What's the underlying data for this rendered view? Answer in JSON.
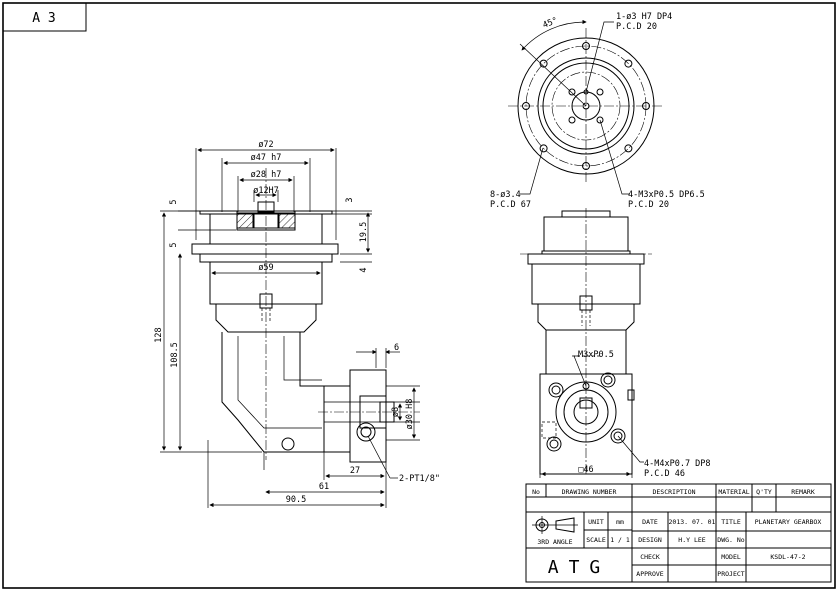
{
  "sheet": {
    "size_label": "A 3"
  },
  "front_view": {
    "dims": {
      "d72": "ø72",
      "d47": "ø47 h7",
      "d28": "ø28 h7",
      "d12": "ø12H7",
      "d59": "ø59",
      "h5a": "5",
      "h5b": "5",
      "h3": "3",
      "h19_5": "19.5",
      "h4": "4",
      "h128": "128",
      "h108_5": "108.5",
      "w6": "6",
      "d8": "ø8",
      "d30": "ø30 H8",
      "w27": "27",
      "w61": "61",
      "w90_5": "90.5"
    },
    "notes": {
      "pt": "2-PT1/8\""
    }
  },
  "top_view": {
    "angle": "45°",
    "notes": {
      "hole1_a": "1-ø3 H7 DP4",
      "hole1_b": "P.C.D 20",
      "hole8_a": "8-ø3.4",
      "hole8_b": "P.C.D 67",
      "hole4_a": "4-M3xP0.5 DP6.5",
      "hole4_b": "P.C.D 20"
    }
  },
  "side_view": {
    "notes": {
      "m3": "M3xP0.5",
      "m4_a": "4-M4xP0.7 DP8",
      "m4_b": "P.C.D 46",
      "sq46": "□46"
    }
  },
  "title_block": {
    "headers": [
      "No",
      "DRAWING NUMBER",
      "DESCRIPTION",
      "MATERIAL",
      "Q'TY",
      "REMARK"
    ],
    "third_angle": "3RD ANGLE",
    "unit_label": "UNIT",
    "unit_value": "mm",
    "scale_label": "SCALE",
    "scale_value": "1 / 1",
    "date_label": "DATE",
    "date_value": "2013. 07. 01",
    "design_label": "DESIGN",
    "design_value": "H.Y LEE",
    "check_label": "CHECK",
    "approve_label": "APPROVE",
    "title_label": "TITLE",
    "title_value": "PLANETARY GEARBOX",
    "dwg_label": "DWG. No",
    "model_label": "MODEL",
    "model_value": "KSDL-47-2",
    "project_label": "PROJECT",
    "logo": "ATG"
  }
}
